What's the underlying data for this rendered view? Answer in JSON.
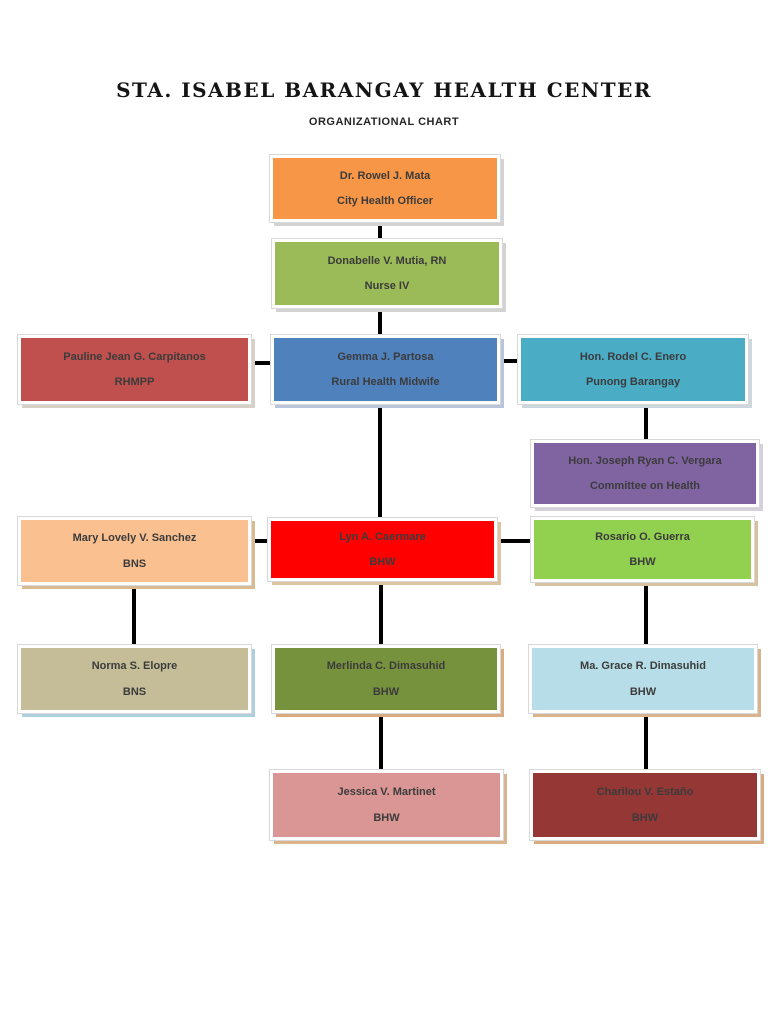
{
  "page": {
    "title": "STA. ISABEL BARANGAY HEALTH CENTER",
    "subtitle": "ORGANIZATIONAL CHART"
  },
  "nodes": [
    {
      "id": "mata",
      "name": "Dr. Rowel J. Mata",
      "role": "City Health Officer",
      "fill": "#F79646",
      "shadow": "#d3d3d3"
    },
    {
      "id": "mutia",
      "name": "Donabelle V. Mutia, RN",
      "role": "Nurse IV",
      "fill": "#9BBB59",
      "shadow": "#d3d3d3"
    },
    {
      "id": "carpitanos",
      "name": "Pauline Jean G. Carpitanos",
      "role": "RHMPP",
      "fill": "#C0504D",
      "shadow": "#d6d0c6"
    },
    {
      "id": "partosa",
      "name": "Gemma J. Partosa",
      "role": "Rural Health Midwife",
      "fill": "#4F81BD",
      "shadow": "#b8c4da"
    },
    {
      "id": "enero",
      "name": "Hon. Rodel C. Enero",
      "role": "Punong Barangay",
      "fill": "#4BACC6",
      "shadow": "#ccd8de"
    },
    {
      "id": "vergara",
      "name": "Hon. Joseph Ryan C. Vergara",
      "role": "Committee on Health",
      "fill": "#8064A2",
      "shadow": "#d5d0da"
    },
    {
      "id": "sanchez",
      "name": "Mary Lovely V. Sanchez",
      "role": "BNS",
      "fill": "#FAC090",
      "shadow": "#d9bb92"
    },
    {
      "id": "caermare",
      "name": "Lyn A. Caermare",
      "role": "BHW",
      "fill": "#FF0000",
      "shadow": "#dcc3a2"
    },
    {
      "id": "guerra",
      "name": "Rosario O. Guerra",
      "role": "BHW",
      "fill": "#92D050",
      "shadow": "#d8c1a0"
    },
    {
      "id": "elopre",
      "name": "Norma S. Elopre",
      "role": "BNS",
      "fill": "#C4BD97",
      "shadow": "#aecfdd"
    },
    {
      "id": "merlinda",
      "name": "Merlinda C. Dimasuhid",
      "role": "BHW",
      "fill": "#76923C",
      "shadow": "#d9ab80"
    },
    {
      "id": "magrace",
      "name": "Ma. Grace R. Dimasuhid",
      "role": "BHW",
      "fill": "#B7DEE8",
      "shadow": "#d8b48e"
    },
    {
      "id": "jessica",
      "name": "Jessica V. Martinet",
      "role": "BHW",
      "fill": "#D99694",
      "shadow": "#d9b48c"
    },
    {
      "id": "charilou",
      "name": "Charilou V. Estaño",
      "role": "BHW",
      "fill": "#953734",
      "shadow": "#d9ab80"
    }
  ],
  "edges": [
    [
      "mata",
      "mutia"
    ],
    [
      "mutia",
      "partosa"
    ],
    [
      "carpitanos",
      "partosa"
    ],
    [
      "partosa",
      "enero"
    ],
    [
      "partosa",
      "caermare"
    ],
    [
      "enero",
      "vergara"
    ],
    [
      "sanchez",
      "caermare"
    ],
    [
      "caermare",
      "guerra"
    ],
    [
      "sanchez",
      "elopre"
    ],
    [
      "caermare",
      "merlinda"
    ],
    [
      "guerra",
      "magrace"
    ],
    [
      "merlinda",
      "jessica"
    ],
    [
      "magrace",
      "charilou"
    ]
  ]
}
